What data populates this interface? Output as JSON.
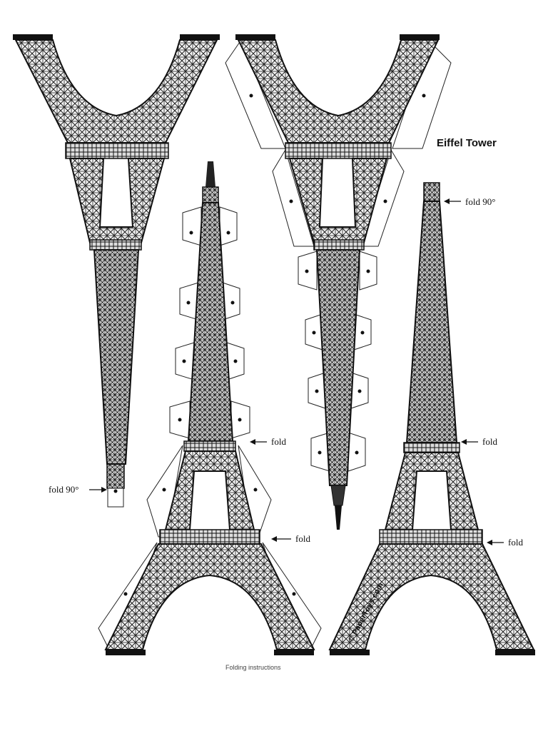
{
  "title": "Eiffel Tower",
  "labels": {
    "fold_90_left": "fold 90°",
    "fold_90_right": "fold 90°",
    "fold_center_upper": "fold",
    "fold_center_lower": "fold",
    "fold_right_upper": "fold",
    "fold_right_lower": "fold"
  },
  "credit": "© PaperToys.com",
  "footer": "Folding instructions",
  "colors": {
    "ink": "#111111",
    "paper": "#ffffff"
  }
}
